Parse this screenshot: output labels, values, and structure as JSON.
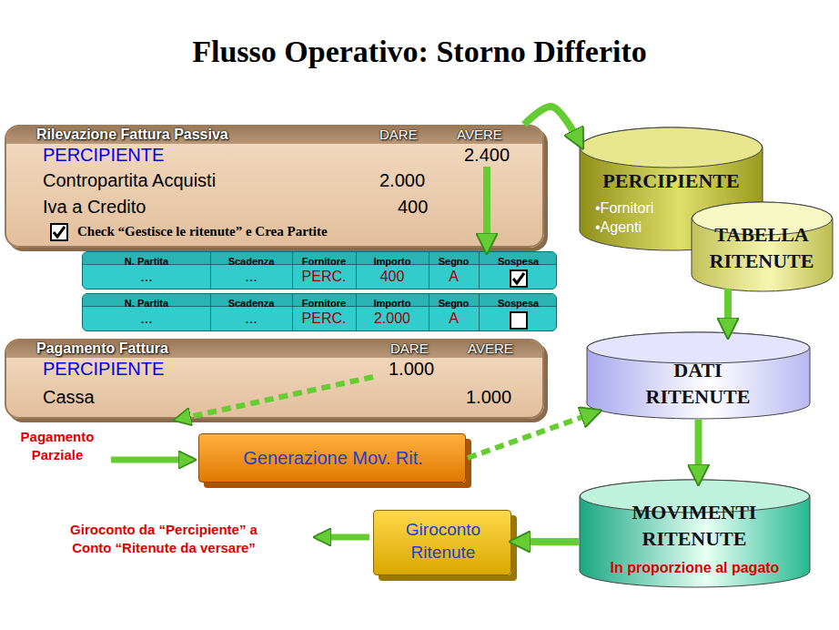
{
  "diagram": {
    "title": "Flusso Operativo: Storno Differito",
    "nodes": [
      {
        "text": [
          "Rilevazione Fattura Passiva",
          "DARE",
          "AVERE",
          "PERCIPIENTE",
          "2.400",
          "Contropartita Acquisti",
          "2.000",
          "Iva a Credito",
          "400",
          "Check “Gestisce le ritenute” e Crea Partite"
        ]
      },
      {
        "text": [
          "PERCIPIENTE",
          "•Fornitori",
          "•Agenti"
        ]
      },
      {
        "text": [
          "TABELLA RITENUTE"
        ]
      },
      {
        "text": [
          "N. Partita",
          "Scadenza",
          "Fornitore",
          "Importo",
          "Segno",
          "Sospesa",
          "...",
          "...",
          "PERC.",
          "400",
          "A"
        ]
      },
      {
        "text": [
          "N. Partita",
          "Scadenza",
          "Fornitore",
          "Importo",
          "Segno",
          "Sospesa",
          "...",
          "...",
          "PERC.",
          "2.000",
          "A"
        ]
      },
      {
        "text": [
          "Pagamento Fattura",
          "DARE",
          "AVERE",
          "PERCIPIENTE",
          "1.000",
          "Cassa",
          "1.000"
        ]
      },
      {
        "text": [
          "DATI RITENUTE"
        ]
      },
      {
        "text": [
          "Generazione Mov. Rit."
        ]
      },
      {
        "text": [
          "MOVIMENTI RITENUTE",
          "In proporzione al pagato"
        ]
      },
      {
        "text": [
          "Giroconto Ritenute"
        ]
      }
    ],
    "edges": [
      {
        "from": 0,
        "to": 1,
        "arrow": "to"
      },
      {
        "from": 0,
        "to": 3,
        "arrow": "to"
      },
      {
        "from": 2,
        "to": 6,
        "arrow": "to"
      },
      {
        "from": 7,
        "to": 6,
        "arrow": "to"
      },
      {
        "from": 6,
        "to": 8,
        "arrow": "to"
      },
      {
        "from": 8,
        "to": 9,
        "arrow": "to"
      }
    ],
    "labels": [
      "Pagamento Parziale",
      "Giroconto da “Percipiente” a Conto “Ritenute da versare”"
    ]
  }
}
